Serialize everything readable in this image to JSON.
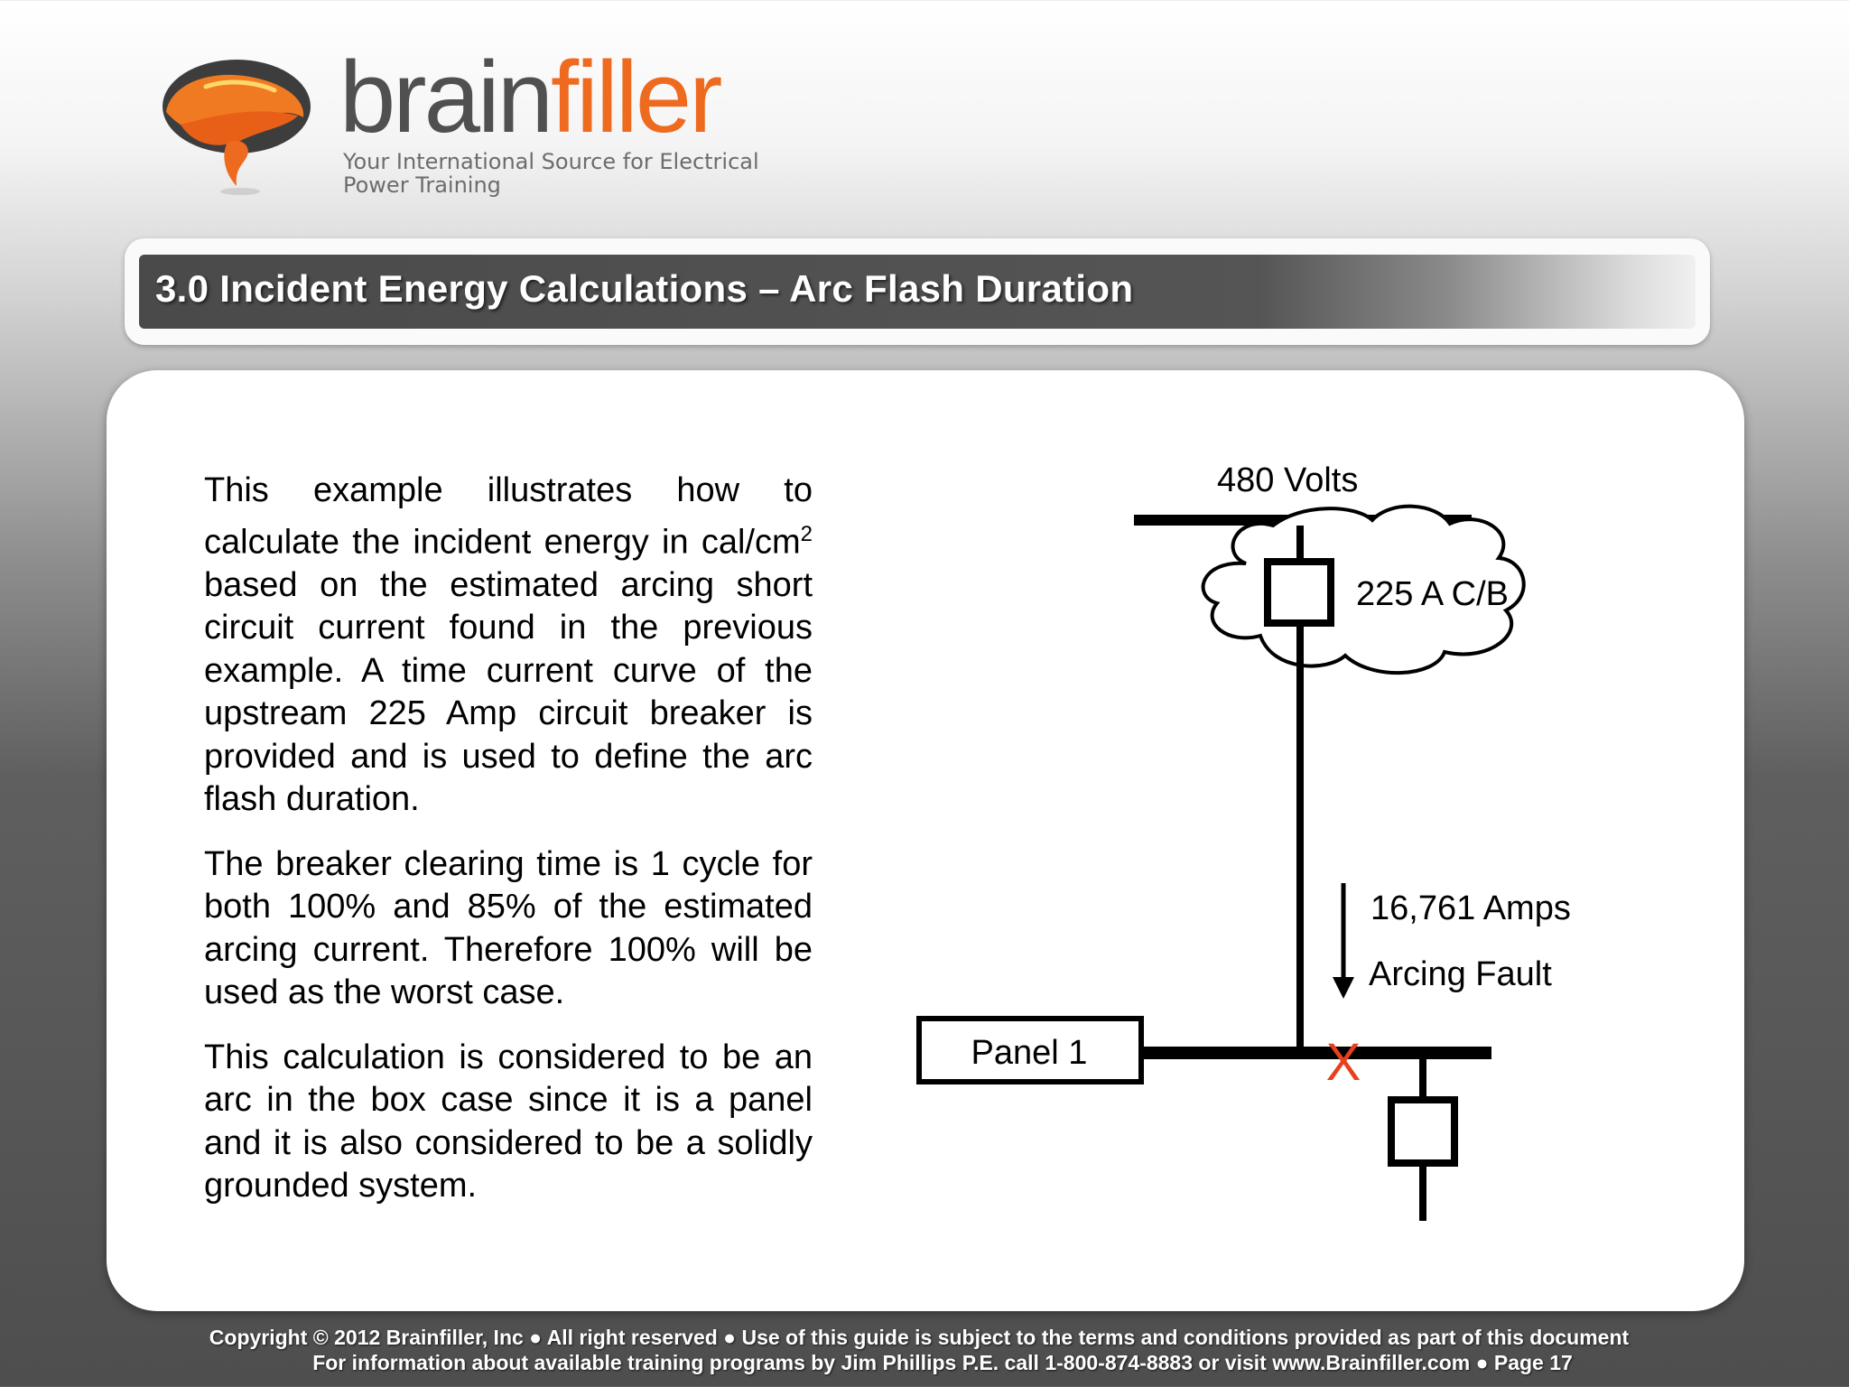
{
  "brand": {
    "part1": "brain",
    "part2": "filler",
    "tagline": "Your International Source for Electrical Power Training"
  },
  "title": "3.0   Incident Energy Calculations – Arc Flash Duration",
  "body": {
    "p1_before_sup": "This example illustrates how to calculate the incident energy in cal/cm",
    "p1_sup": "2",
    "p1_after_sup": " based on the estimated arcing short circuit current found in the previous example.  A time current curve of the upstream 225 Amp circuit breaker is provided and is used to define the arc flash duration.",
    "p2": "The breaker clearing time is 1 cycle for both 100% and 85% of the estimated arcing current.  Therefore 100% will be used as the worst case.",
    "p3": "This calculation is considered to be an arc in the box case since it is a panel and it is also considered to be a solidly grounded system."
  },
  "diagram": {
    "bus_voltage": "480 Volts",
    "breaker_label": "225 A  C/B",
    "current_label": "16,761 Amps",
    "fault_label": "Arcing Fault",
    "panel_label": "Panel 1",
    "fault_marker": "X",
    "fault_color": "#e8401c"
  },
  "footer": {
    "line1": "Copyright © 2012 Brainfiller, Inc   ●   All right reserved ●   Use of this guide is subject to the terms and conditions provided as part of this document",
    "line2": "For information about available training programs by Jim Phillips P.E. call 1-800-874-8883 or visit www.Brainfiller.com  ●   Page  17"
  },
  "colors": {
    "brand_orange": "#ee6a1f",
    "brand_gray": "#505050"
  }
}
